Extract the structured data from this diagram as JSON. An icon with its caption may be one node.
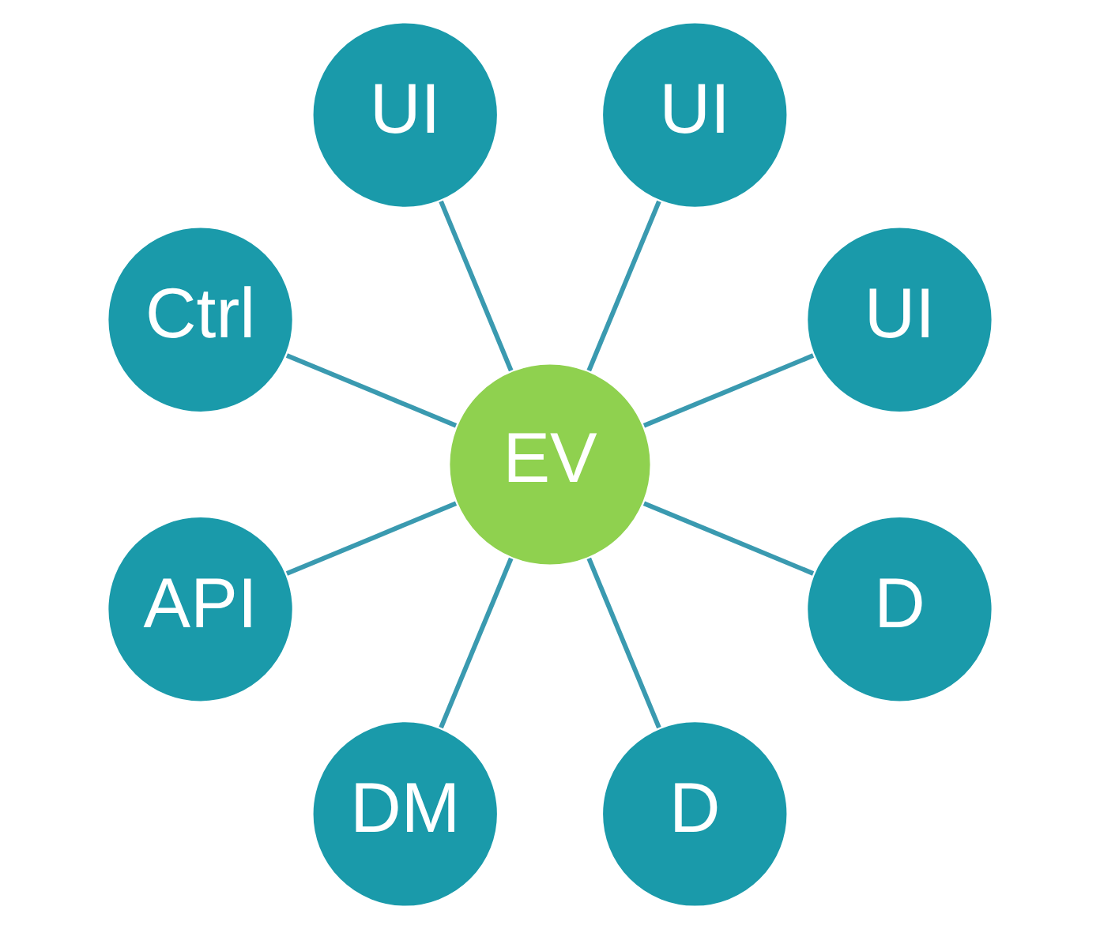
{
  "diagram": {
    "nodes": [
      {
        "text": [
          "UI"
        ]
      },
      {
        "text": [
          "UI"
        ]
      },
      {
        "text": [
          "UI"
        ]
      },
      {
        "text": [
          "Ctrl"
        ]
      },
      {
        "text": [
          "API"
        ]
      },
      {
        "text": [
          "DM"
        ]
      },
      {
        "text": [
          "EV"
        ]
      },
      {
        "text": [
          "D"
        ]
      },
      {
        "text": [
          "D"
        ]
      }
    ],
    "edges": [
      {
        "from": 0,
        "to": 6,
        "arrow": "none"
      },
      {
        "from": 1,
        "to": 6,
        "arrow": "none"
      },
      {
        "from": 2,
        "to": 6,
        "arrow": "none"
      },
      {
        "from": 3,
        "to": 6,
        "arrow": "none"
      },
      {
        "from": 4,
        "to": 6,
        "arrow": "none"
      },
      {
        "from": 5,
        "to": 6,
        "arrow": "none"
      },
      {
        "from": 7,
        "to": 6,
        "arrow": "none"
      },
      {
        "from": 8,
        "to": 6,
        "arrow": "none"
      }
    ]
  }
}
